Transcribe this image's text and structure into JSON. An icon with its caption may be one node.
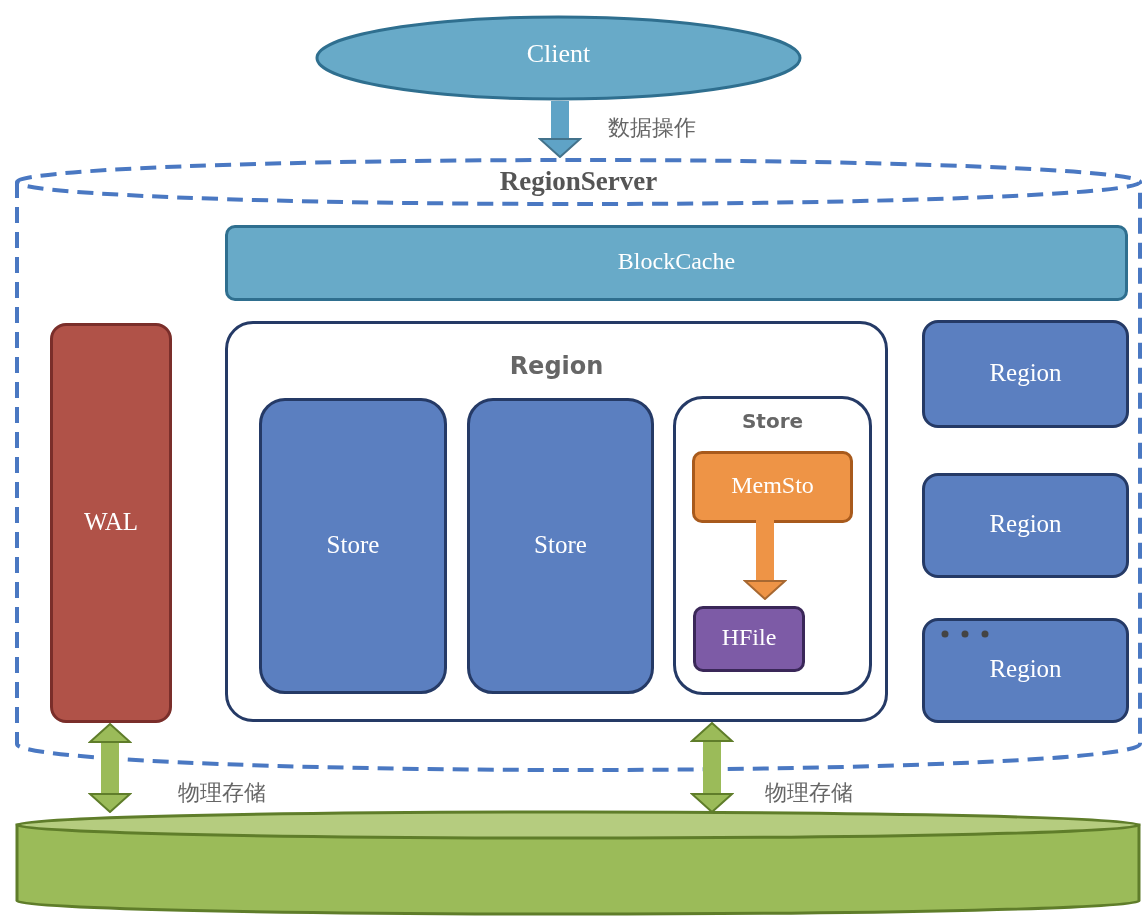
{
  "diagram": {
    "nodes": [
      {
        "text": [
          "Client"
        ]
      },
      {
        "text": [
          "RegionServer"
        ]
      },
      {
        "text": [
          "BlockCache"
        ],
        "in": 1
      },
      {
        "text": [
          "WAL"
        ],
        "in": 1
      },
      {
        "text": [
          "Region"
        ],
        "in": 1
      },
      {
        "text": [
          "Store"
        ],
        "in": 4
      },
      {
        "text": [
          "Store"
        ],
        "in": 4
      },
      {
        "text": [
          "Store"
        ],
        "in": 4
      },
      {
        "text": [
          "MemSto"
        ],
        "in": 7
      },
      {
        "text": [
          "HFile"
        ],
        "in": 7
      },
      {
        "text": [
          "Region"
        ],
        "in": 1
      },
      {
        "text": [
          "Region"
        ],
        "in": 1
      },
      {
        "text": [
          "Region"
        ],
        "in": 1
      },
      {
        "text": [],
        "shape": "cylinder"
      }
    ],
    "edges": [
      {
        "from": 0,
        "to": 1,
        "arrow": "to",
        "label": "数据操作",
        "color": "#5fa3c6"
      },
      {
        "from": 8,
        "to": 9,
        "arrow": "to",
        "color": "#ee9446"
      },
      {
        "from": 3,
        "to": 13,
        "arrow": "both",
        "label": "物理存储"
      },
      {
        "from": 4,
        "to": 13,
        "arrow": "both",
        "label": "物理存储"
      }
    ]
  }
}
